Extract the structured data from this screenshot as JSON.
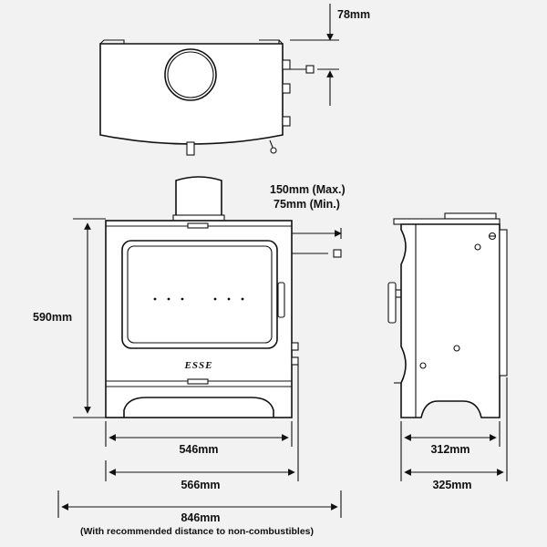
{
  "brand": "ESSE",
  "dimensions": {
    "top_clearance": "78mm",
    "flue_max": "150mm (Max.)",
    "flue_min": "75mm (Min.)",
    "height": "590mm",
    "inner_width": "546mm",
    "outer_width": "566mm",
    "total_width": "846mm",
    "total_width_note": "(With recommended distance to non-combustibles)",
    "side_inner_depth": "312mm",
    "side_outer_depth": "325mm"
  }
}
